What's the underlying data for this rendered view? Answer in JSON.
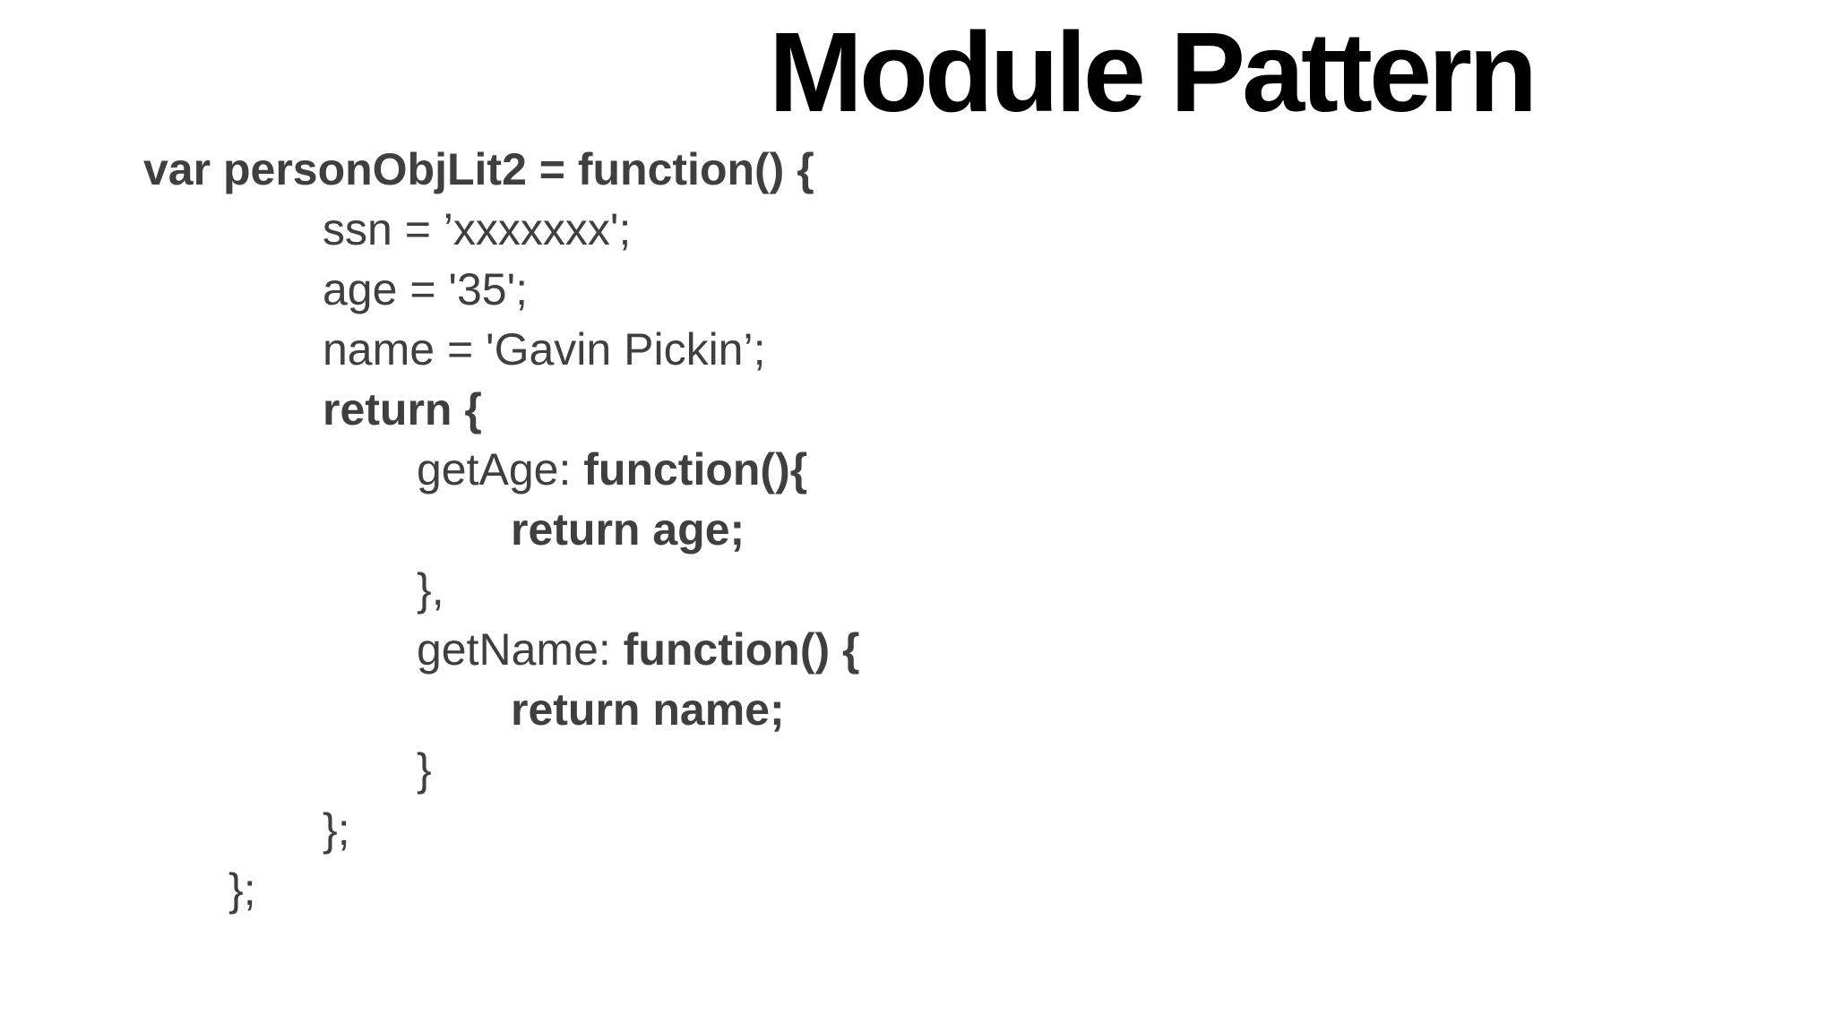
{
  "slide": {
    "title": "Module Pattern",
    "colors": {
      "background": "#ffffff",
      "title_text": "#000000",
      "code_text": "#3f3f3f"
    }
  },
  "code": {
    "language": "javascript",
    "lines": [
      {
        "normal": "",
        "bold": "var personObjLit2 = function() {"
      },
      {
        "normal": "ssn = ’xxxxxxx';",
        "bold": ""
      },
      {
        "normal": "age = '35';",
        "bold": ""
      },
      {
        "normal": "name = 'Gavin Pickin’;",
        "bold": ""
      },
      {
        "normal": "",
        "bold": "return {"
      },
      {
        "normal": "getAge: ",
        "bold": "function(){"
      },
      {
        "normal": "",
        "bold": "return age;"
      },
      {
        "normal": "},",
        "bold": ""
      },
      {
        "normal": "getName: ",
        "bold": "function() {"
      },
      {
        "normal": "",
        "bold": "return name;"
      },
      {
        "normal": "}",
        "bold": ""
      },
      {
        "normal": "};",
        "bold": ""
      },
      {
        "normal": "};",
        "bold": ""
      }
    ]
  }
}
